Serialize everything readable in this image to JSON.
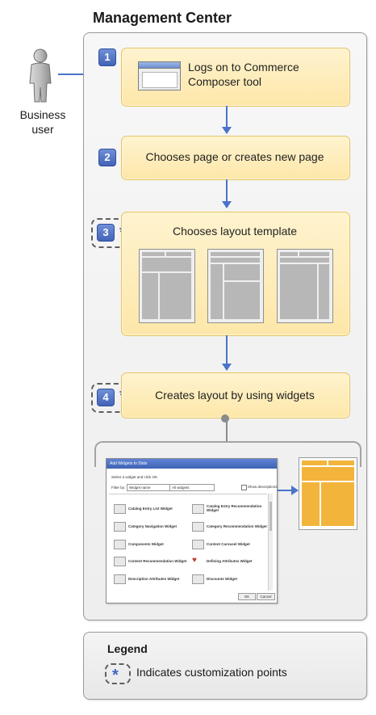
{
  "title": "Management Center",
  "actor": {
    "label_line1": "Business",
    "label_line2": "user"
  },
  "steps": [
    {
      "number": "1",
      "text_line1": "Logs on to Commerce",
      "text_line2": "Composer tool",
      "icon": "browser-window-icon"
    },
    {
      "number": "2",
      "text": "Chooses page or creates new page"
    },
    {
      "number": "3",
      "text": "Chooses layout template",
      "customization": true,
      "star": "*"
    },
    {
      "number": "4",
      "text": "Creates layout by using widgets",
      "customization": true,
      "star": "*"
    }
  ],
  "dialog": {
    "title": "Add Widgets to Slots",
    "instruction": "Select a widget and click OK.",
    "filter_label": "Filter by:",
    "filter_value": "Widget name",
    "category_value": "All widgets",
    "show_descriptions": "Show descriptions",
    "widgets": [
      [
        "Catalog Entry List Widget",
        "Catalog Entry Recommendation Widget"
      ],
      [
        "Category Navigation Widget",
        "Category Recommendation Widget"
      ],
      [
        "Components Widget",
        "Content Carousel Widget"
      ],
      [
        "Content Recommendation Widget",
        "Defining Attributes Widget"
      ],
      [
        "Description Attributes Widget",
        "Discounts Widget"
      ]
    ],
    "ok_label": "OK",
    "cancel_label": "Cancel"
  },
  "legend": {
    "title": "Legend",
    "star": "*",
    "text": "Indicates customization points"
  },
  "colors": {
    "step_fill": "#fde7a9",
    "step_border": "#e5c35f",
    "accent_blue": "#4a73c9",
    "result_layout": "#f2b43a"
  }
}
